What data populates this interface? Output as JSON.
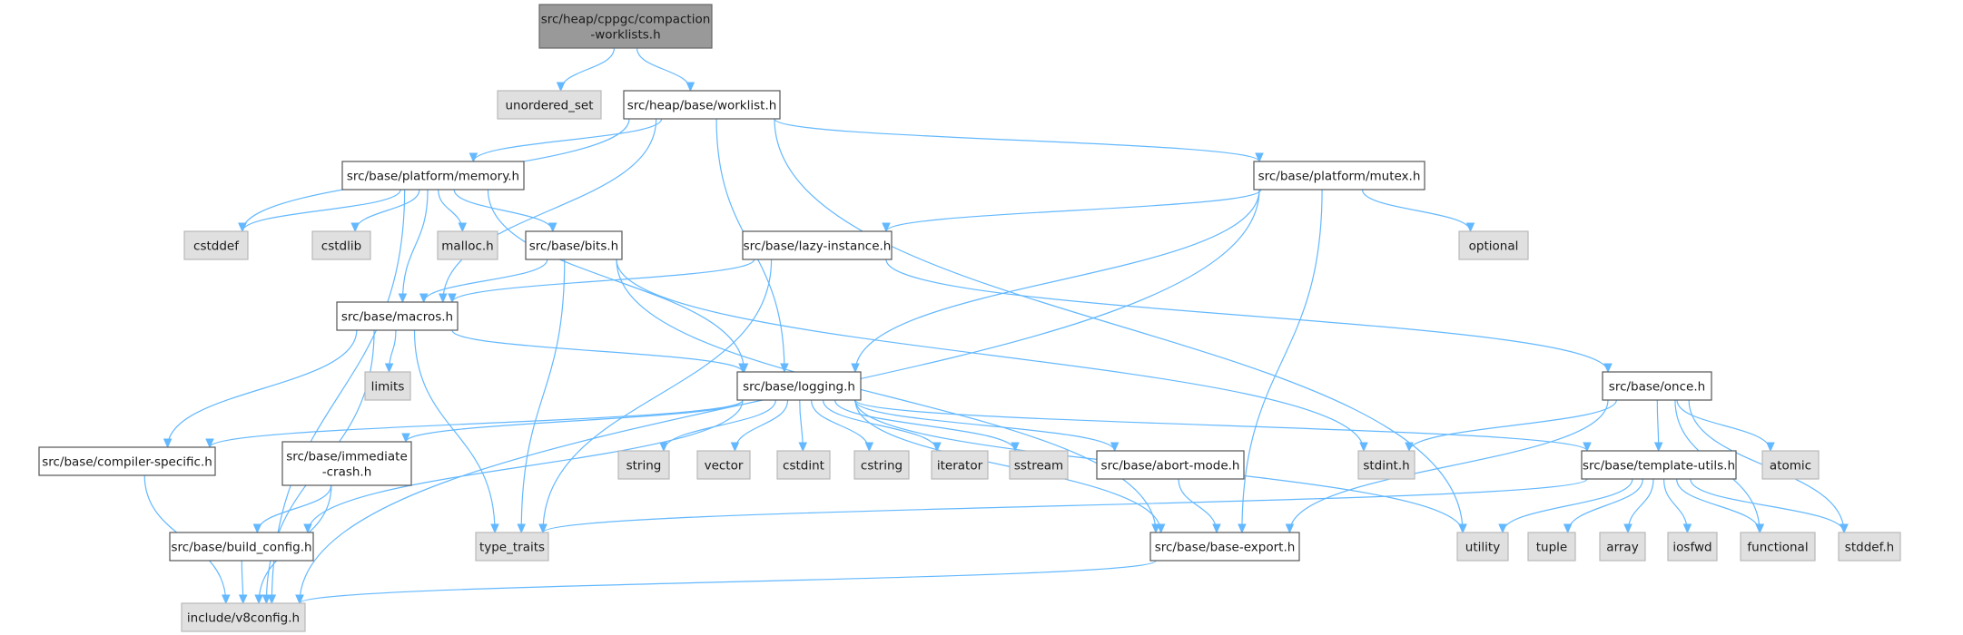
{
  "graph": {
    "nodes": [
      {
        "id": "root",
        "lines": [
          "src/heap/cppgc/compaction",
          "-worklists.h"
        ],
        "kind": "root"
      },
      {
        "id": "unordered_set",
        "lines": [
          "unordered_set"
        ],
        "kind": "sys"
      },
      {
        "id": "worklist",
        "lines": [
          "src/heap/base/worklist.h"
        ],
        "kind": "file"
      },
      {
        "id": "memory",
        "lines": [
          "src/base/platform/memory.h"
        ],
        "kind": "file"
      },
      {
        "id": "mutex",
        "lines": [
          "src/base/platform/mutex.h"
        ],
        "kind": "file"
      },
      {
        "id": "cstddef",
        "lines": [
          "cstddef"
        ],
        "kind": "sys"
      },
      {
        "id": "cstdlib",
        "lines": [
          "cstdlib"
        ],
        "kind": "sys"
      },
      {
        "id": "malloc",
        "lines": [
          "malloc.h"
        ],
        "kind": "sys"
      },
      {
        "id": "bits",
        "lines": [
          "src/base/bits.h"
        ],
        "kind": "file"
      },
      {
        "id": "lazy",
        "lines": [
          "src/base/lazy-instance.h"
        ],
        "kind": "file"
      },
      {
        "id": "optional",
        "lines": [
          "optional"
        ],
        "kind": "sys"
      },
      {
        "id": "macros",
        "lines": [
          "src/base/macros.h"
        ],
        "kind": "file"
      },
      {
        "id": "limits",
        "lines": [
          "limits"
        ],
        "kind": "sys"
      },
      {
        "id": "logging",
        "lines": [
          "src/base/logging.h"
        ],
        "kind": "file"
      },
      {
        "id": "once",
        "lines": [
          "src/base/once.h"
        ],
        "kind": "file"
      },
      {
        "id": "compiler",
        "lines": [
          "src/base/compiler-specific.h"
        ],
        "kind": "file"
      },
      {
        "id": "immediate",
        "lines": [
          "src/base/immediate",
          "-crash.h"
        ],
        "kind": "file"
      },
      {
        "id": "string",
        "lines": [
          "string"
        ],
        "kind": "sys"
      },
      {
        "id": "vector",
        "lines": [
          "vector"
        ],
        "kind": "sys"
      },
      {
        "id": "cstdint",
        "lines": [
          "cstdint"
        ],
        "kind": "sys"
      },
      {
        "id": "cstring",
        "lines": [
          "cstring"
        ],
        "kind": "sys"
      },
      {
        "id": "iterator",
        "lines": [
          "iterator"
        ],
        "kind": "sys"
      },
      {
        "id": "sstream",
        "lines": [
          "sstream"
        ],
        "kind": "sys"
      },
      {
        "id": "abortmode",
        "lines": [
          "src/base/abort-mode.h"
        ],
        "kind": "file"
      },
      {
        "id": "stdint",
        "lines": [
          "stdint.h"
        ],
        "kind": "sys"
      },
      {
        "id": "templateutils",
        "lines": [
          "src/base/template-utils.h"
        ],
        "kind": "file"
      },
      {
        "id": "atomic",
        "lines": [
          "atomic"
        ],
        "kind": "sys"
      },
      {
        "id": "buildconfig",
        "lines": [
          "src/base/build_config.h"
        ],
        "kind": "file"
      },
      {
        "id": "typetraits",
        "lines": [
          "type_traits"
        ],
        "kind": "sys"
      },
      {
        "id": "baseexport",
        "lines": [
          "src/base/base-export.h"
        ],
        "kind": "file"
      },
      {
        "id": "utility",
        "lines": [
          "utility"
        ],
        "kind": "sys"
      },
      {
        "id": "tuple",
        "lines": [
          "tuple"
        ],
        "kind": "sys"
      },
      {
        "id": "array",
        "lines": [
          "array"
        ],
        "kind": "sys"
      },
      {
        "id": "iosfwd",
        "lines": [
          "iosfwd"
        ],
        "kind": "sys"
      },
      {
        "id": "functional",
        "lines": [
          "functional"
        ],
        "kind": "sys"
      },
      {
        "id": "stddef",
        "lines": [
          "stddef.h"
        ],
        "kind": "sys"
      },
      {
        "id": "v8config",
        "lines": [
          "include/v8config.h"
        ],
        "kind": "sys"
      }
    ],
    "edges": [
      [
        "root",
        "unordered_set"
      ],
      [
        "root",
        "worklist"
      ],
      [
        "worklist",
        "cstddef"
      ],
      [
        "worklist",
        "memory"
      ],
      [
        "worklist",
        "mutex"
      ],
      [
        "worklist",
        "macros"
      ],
      [
        "worklist",
        "logging"
      ],
      [
        "worklist",
        "utility"
      ],
      [
        "memory",
        "cstddef"
      ],
      [
        "memory",
        "cstdlib"
      ],
      [
        "memory",
        "malloc"
      ],
      [
        "memory",
        "bits"
      ],
      [
        "memory",
        "macros"
      ],
      [
        "memory",
        "logging"
      ],
      [
        "memory",
        "v8config"
      ],
      [
        "mutex",
        "lazy"
      ],
      [
        "mutex",
        "optional"
      ],
      [
        "mutex",
        "logging"
      ],
      [
        "mutex",
        "baseexport"
      ],
      [
        "mutex",
        "v8config"
      ],
      [
        "bits",
        "macros"
      ],
      [
        "bits",
        "stdint"
      ],
      [
        "bits",
        "typetraits"
      ],
      [
        "bits",
        "baseexport"
      ],
      [
        "lazy",
        "macros"
      ],
      [
        "lazy",
        "once"
      ],
      [
        "lazy",
        "typetraits"
      ],
      [
        "macros",
        "limits"
      ],
      [
        "macros",
        "logging"
      ],
      [
        "macros",
        "compiler"
      ],
      [
        "macros",
        "typetraits"
      ],
      [
        "macros",
        "v8config"
      ],
      [
        "logging",
        "compiler"
      ],
      [
        "logging",
        "immediate"
      ],
      [
        "logging",
        "buildconfig"
      ],
      [
        "logging",
        "string"
      ],
      [
        "logging",
        "vector"
      ],
      [
        "logging",
        "cstdint"
      ],
      [
        "logging",
        "cstring"
      ],
      [
        "logging",
        "iterator"
      ],
      [
        "logging",
        "sstream"
      ],
      [
        "logging",
        "abortmode"
      ],
      [
        "logging",
        "baseexport"
      ],
      [
        "logging",
        "templateutils"
      ],
      [
        "logging",
        "utility"
      ],
      [
        "once",
        "stdint"
      ],
      [
        "once",
        "baseexport"
      ],
      [
        "once",
        "templateutils"
      ],
      [
        "once",
        "atomic"
      ],
      [
        "once",
        "functional"
      ],
      [
        "once",
        "stddef"
      ],
      [
        "compiler",
        "v8config"
      ],
      [
        "immediate",
        "buildconfig"
      ],
      [
        "immediate",
        "v8config"
      ],
      [
        "buildconfig",
        "v8config"
      ],
      [
        "abortmode",
        "baseexport"
      ],
      [
        "baseexport",
        "v8config"
      ],
      [
        "templateutils",
        "typetraits"
      ],
      [
        "templateutils",
        "utility"
      ],
      [
        "templateutils",
        "tuple"
      ],
      [
        "templateutils",
        "array"
      ],
      [
        "templateutils",
        "iosfwd"
      ],
      [
        "templateutils",
        "functional"
      ],
      [
        "templateutils",
        "stddef"
      ]
    ]
  }
}
